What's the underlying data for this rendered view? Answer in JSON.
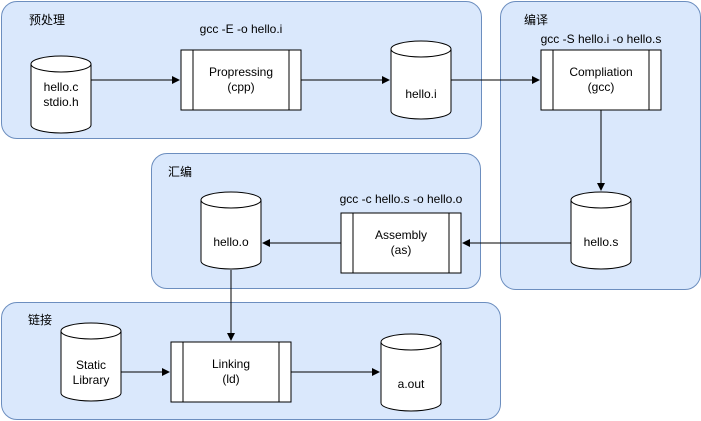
{
  "groups": {
    "preprocess": "预处理",
    "compile": "编译",
    "assemble": "汇编",
    "link": "链接"
  },
  "commands": {
    "preprocess": "gcc -E -o hello.i",
    "compile": "gcc -S hello.i -o hello.s",
    "assemble": "gcc -c hello.s -o hello.o"
  },
  "files": {
    "source_1": "hello.c",
    "source_2": "stdio.h",
    "preprocessed": "hello.i",
    "assembly": "hello.s",
    "object": "hello.o",
    "static_library_1": "Static",
    "static_library_2": "Library",
    "output": "a.out"
  },
  "processes": {
    "cpp_name": "Propressing",
    "cpp_tool": "(cpp)",
    "gcc_name": "Compliation",
    "gcc_tool": "(gcc)",
    "as_name": "Assembly",
    "as_tool": "(as)",
    "ld_name": "Linking",
    "ld_tool": "(ld)"
  },
  "colors": {
    "group_fill": "#dae8fc",
    "group_border": "#6c8ebf",
    "shape_stroke": "#000000",
    "shape_fill": "#ffffff"
  }
}
